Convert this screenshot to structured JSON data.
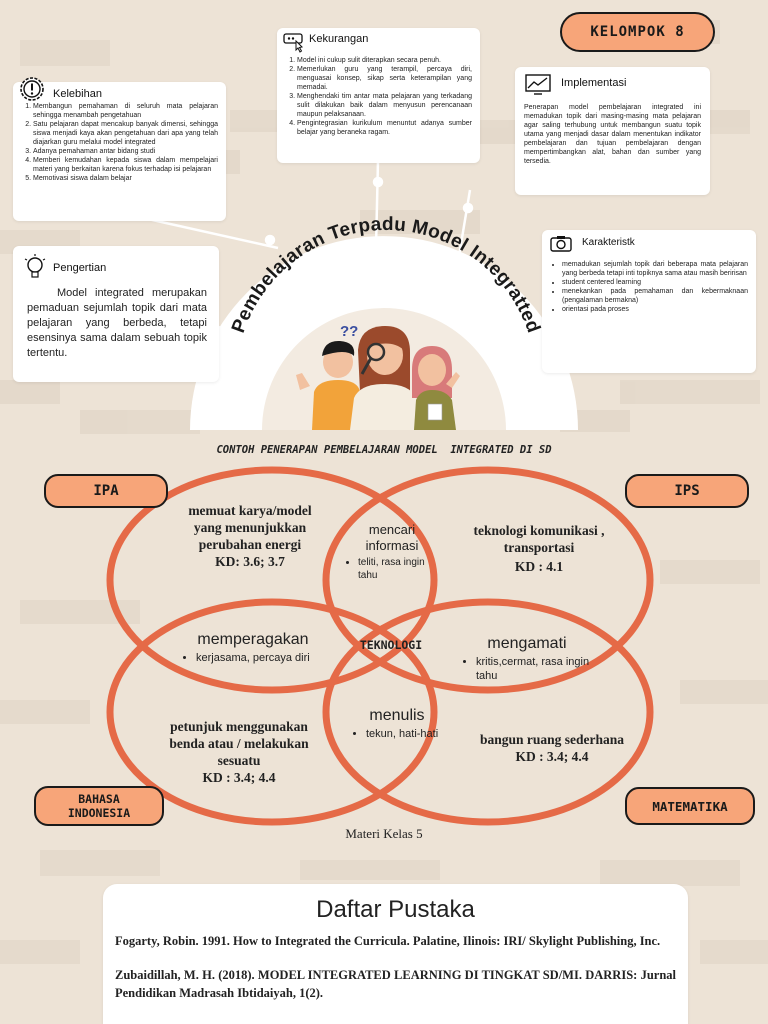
{
  "colors": {
    "background": "#ede3d6",
    "accent": "#f7a579",
    "venn_stroke": "#e56a47",
    "connector": "#ffffff"
  },
  "header": {
    "group": "KELOMPOK 8"
  },
  "title_arc": "Pembelajaran Terpadu Model Integratted",
  "kekurangan": {
    "title": "Kekurangan",
    "icon": "touch-screen-icon",
    "items": [
      "Model ini cukup sulit diterapkan secara penuh.",
      "Memerlukan guru yang terampil, percaya diri, menguasai konsep, sikap serta keterampilan yang memadai.",
      "Menghendaki tim antar mata pelajaran yang terkadang sulit dilakukan baik dalam menyusun perencanaan maupun pelaksanaan.",
      "Pengintegrasian kurikulum menuntut adanya sumber belajar yang beraneka ragam."
    ]
  },
  "kelebihan": {
    "title": "Kelebihan",
    "icon": "exclamation-gear-icon",
    "items": [
      "Membangun pemahaman di seluruh mata pelajaran sehingga menambah pengetahuan",
      "Satu pelajaran dapat mencakup banyak dimensi, sehingga siswa menjadi kaya akan pengetahuan dari apa yang telah diajarkan guru melalui model integrated",
      "Adanya pemahaman antar bidang studi",
      "Memberi kemudahan kepada siswa dalam mempelajari materi yang berkaitan karena fokus terhadap isi pelajaran",
      "Memotivasi siswa dalam belajar"
    ]
  },
  "implementasi": {
    "title": "Implementasi",
    "icon": "chart-monitor-icon",
    "text": "Penerapan model pembelajaran integrated ini memadukan topik dari masing-masing mata pelajaran agar saling terhubung untuk membangun suatu topik utama yang menjadi dasar dalam menentukan indikator pembelajaran dan tujuan pembelajaran dengan mempertimbangkan alat, bahan dan sumber yang tersedia."
  },
  "karakteristik": {
    "title": "Karakteristk",
    "icon": "camera-icon",
    "items": [
      "memadukan sejumlah topik dari beberapa mata pelajaran yang berbeda tetapi inti topiknya sama atau masih beririsan",
      "student centered learning",
      "menekankan pada pemahaman dan kebermaknaan (pengalaman bermakna)",
      "orientasi pada proses"
    ]
  },
  "pengertian": {
    "title": "Pengertian",
    "icon": "lightbulb-icon",
    "text": "Model integrated merupakan pemaduan sejumlah topik dari mata pelajaran yang berbeda, tetapi esensinya sama dalam sebuah topik tertentu."
  },
  "illustration": {
    "question_marks": "??"
  },
  "venn": {
    "heading": "CONTOH PENERAPAN PEMBELAJARAN MODEL  INTEGRATED DI SD",
    "labels": {
      "ipa": "IPA",
      "ips": "IPS",
      "bahasa_line1": "BAHASA",
      "bahasa_line2": "INDONESIA",
      "matematika": "MATEMATIKA"
    },
    "ipa": {
      "line1": "memuat karya/model",
      "line2": "yang menunjukkan",
      "line3": "perubahan energi",
      "kd": "KD: 3.6; 3.7"
    },
    "ips": {
      "line1": "teknologi komunikasi ,",
      "line2": "transportasi",
      "kd": "KD : 4.1"
    },
    "bahasa": {
      "line1": "petunjuk menggunakan",
      "line2": "benda atau / melakukan",
      "line3": "sesuatu",
      "kd": "KD : 3.4; 4.4"
    },
    "matematika": {
      "line1": "bangun ruang sederhana",
      "kd": "KD : 3.4; 4.4"
    },
    "top": {
      "title_line1": "mencari",
      "title_line2": "informasi",
      "bullet": "teliti, rasa ingin tahu"
    },
    "left": {
      "title": "memperagakan",
      "bullet": "kerjasama, percaya diri"
    },
    "right": {
      "title": "mengamati",
      "bullet": "kritis,cermat, rasa ingin tahu"
    },
    "bottom": {
      "title": "menulis",
      "bullet": "tekun, hati-hati"
    },
    "center": "TEKNOLOGI",
    "caption": "Materi Kelas 5"
  },
  "daftar_pustaka": {
    "title": "Daftar Pustaka",
    "ref1": "Fogarty, Robin. 1991. How to Integrated the Curricula. Palatine, Ilinois: IRI/ Skylight Publishing, Inc.",
    "ref2": "Zubaidillah, M. H. (2018). MODEL INTEGRATED LEARNING DI TINGKAT SD/MI. DARRIS: Jurnal Pendidikan Madrasah Ibtidaiyah, 1(2)."
  }
}
